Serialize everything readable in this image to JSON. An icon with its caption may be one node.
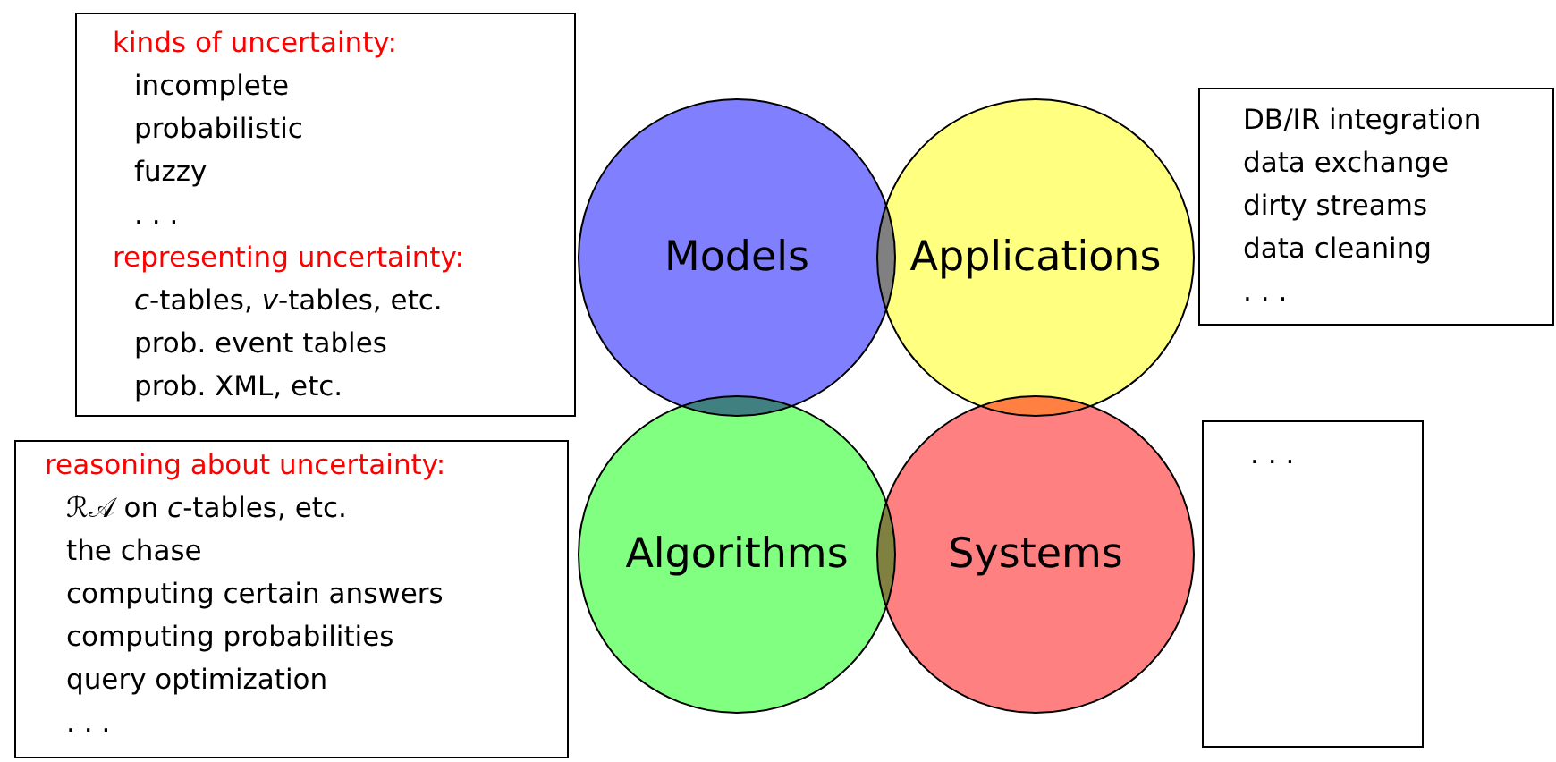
{
  "diagram": {
    "nodes": [
      {
        "text": [
          "kinds of uncertainty:",
          "incomplete",
          "probabilistic",
          "fuzzy",
          ". . .",
          "representing uncertainty:",
          "*c*-tables, *v*-tables, etc.",
          "prob. event tables",
          "prob. XML, etc."
        ]
      },
      {
        "text": [
          "reasoning about uncertainty:",
          "ℛ𝒜 on *c*-tables, etc.",
          "the chase",
          "computing certain answers",
          "computing probabilities",
          "query optimization",
          ". . ."
        ]
      },
      {
        "text": [
          "DB/IR integration",
          "data exchange",
          "dirty streams",
          "data cleaning",
          ". . ."
        ]
      },
      {
        "text": [
          ". . ."
        ]
      },
      {
        "text": [
          "Models"
        ]
      },
      {
        "text": [
          "Applications"
        ]
      },
      {
        "text": [
          "Algorithms"
        ]
      },
      {
        "text": [
          "Systems"
        ]
      }
    ],
    "edges": []
  }
}
